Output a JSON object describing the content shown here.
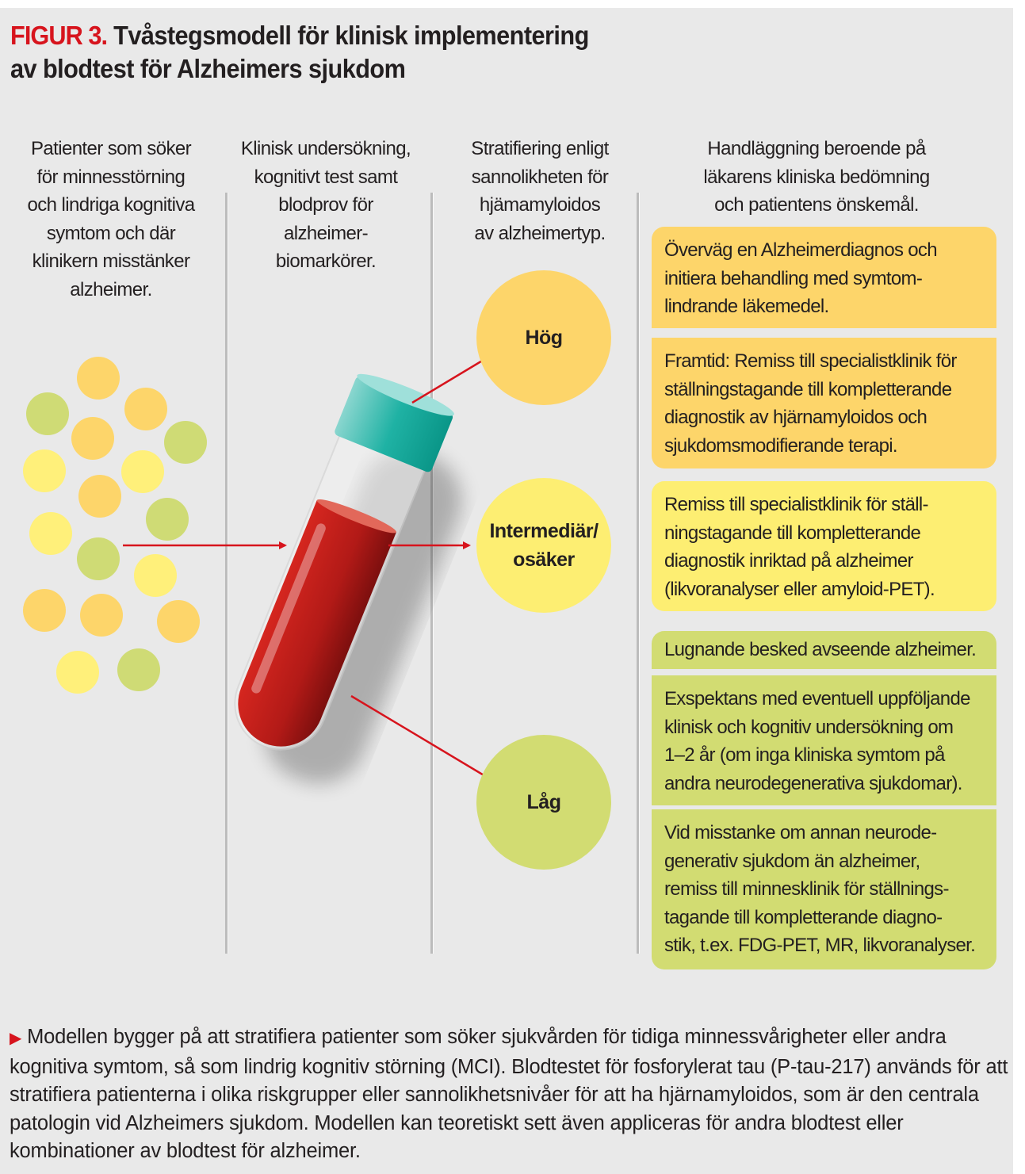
{
  "title": {
    "figure_label": "FIGUR 3.",
    "line1": "Tvåstegsmodell för klinisk implementering",
    "line2": "av blodtest för Alzheimers sjukdom"
  },
  "columns": [
    "Patienter som söker\nför minnesstörning\noch lindriga kognitiva\nsymtom och där\nklinikern misstänker\nalzheimer.",
    "Klinisk undersökning,\nkognitivt test samt\nblodprov för\nalzheimer-\nbiomarkörer.",
    "Stratifiering enligt\nsannolikheten för\nhjämamyloidos\nav alzheimertyp.",
    "Handläggning beroende på\nläkarens kliniska bedömning\noch patientens önskemål."
  ],
  "levels": [
    {
      "label": "Hög",
      "color": "#fdd56a"
    },
    {
      "label": "Intermediär/\nosäker",
      "color": "#fdee72"
    },
    {
      "label": "Låg",
      "color": "#d2dc72"
    }
  ],
  "actions": [
    {
      "text": "Överväg en Alzheimerdiagnos och\ninitiera behandling med symtom-\nlindrande läkemedel.",
      "color": "#fdd56a"
    },
    {
      "text": "Framtid: Remiss till specialistklinik för\nställningstagande till kompletterande\ndiagnostik av hjärnamyloidos och\nsjukdomsmodifierande terapi.",
      "color": "#fdd56a"
    },
    {
      "text": "Remiss till specialistklinik för ställ-\nningstagande till kompletterande\ndiagnostik inriktad på  alzheimer\n(likvoranalyser eller amyloid-PET).",
      "color": "#fdee72"
    },
    {
      "text": "Lugnande besked avseende alzheimer.",
      "color": "#d2dc72"
    },
    {
      "text": "Exspektans med eventuell uppföljande\nklinisk och kognitiv undersökning om\n1–2 år (om inga kliniska symtom på\nandra neurodegenerativa sjukdomar).",
      "color": "#d2dc72"
    },
    {
      "text": "Vid misstanke om annan neurode-\ngenerativ sjukdom än alzheimer,\nremiss till minnesklinik för ställnings-\ntagande till kompletterande diagno-\nstik, t.ex. FDG-PET, MR, likvoranalyser.",
      "color": "#d2dc72"
    }
  ],
  "caption": "Modellen bygger på att stratifiera patienter som söker sjukvården för tidiga minnessvårigheter eller andra kognitiva symtom, så som lindrig kognitiv störning (MCI). Blodtestet för fosforylerat tau (P-tau-217) används för att stratifiera patienterna i olika riskgrupper eller sannolikhetsnivåer för att ha hjärnamyloidos, som är den centrala patologin vid Alzheimers sjukdom. Modellen kan teoretiskt sett även appliceras för andra blodtest eller kombinationer av blodtest för alzheimer.",
  "colors": {
    "accent": "#d7141d",
    "orange": "#fdd56a",
    "yellow": "#fdee72",
    "green": "#d2dc72"
  }
}
